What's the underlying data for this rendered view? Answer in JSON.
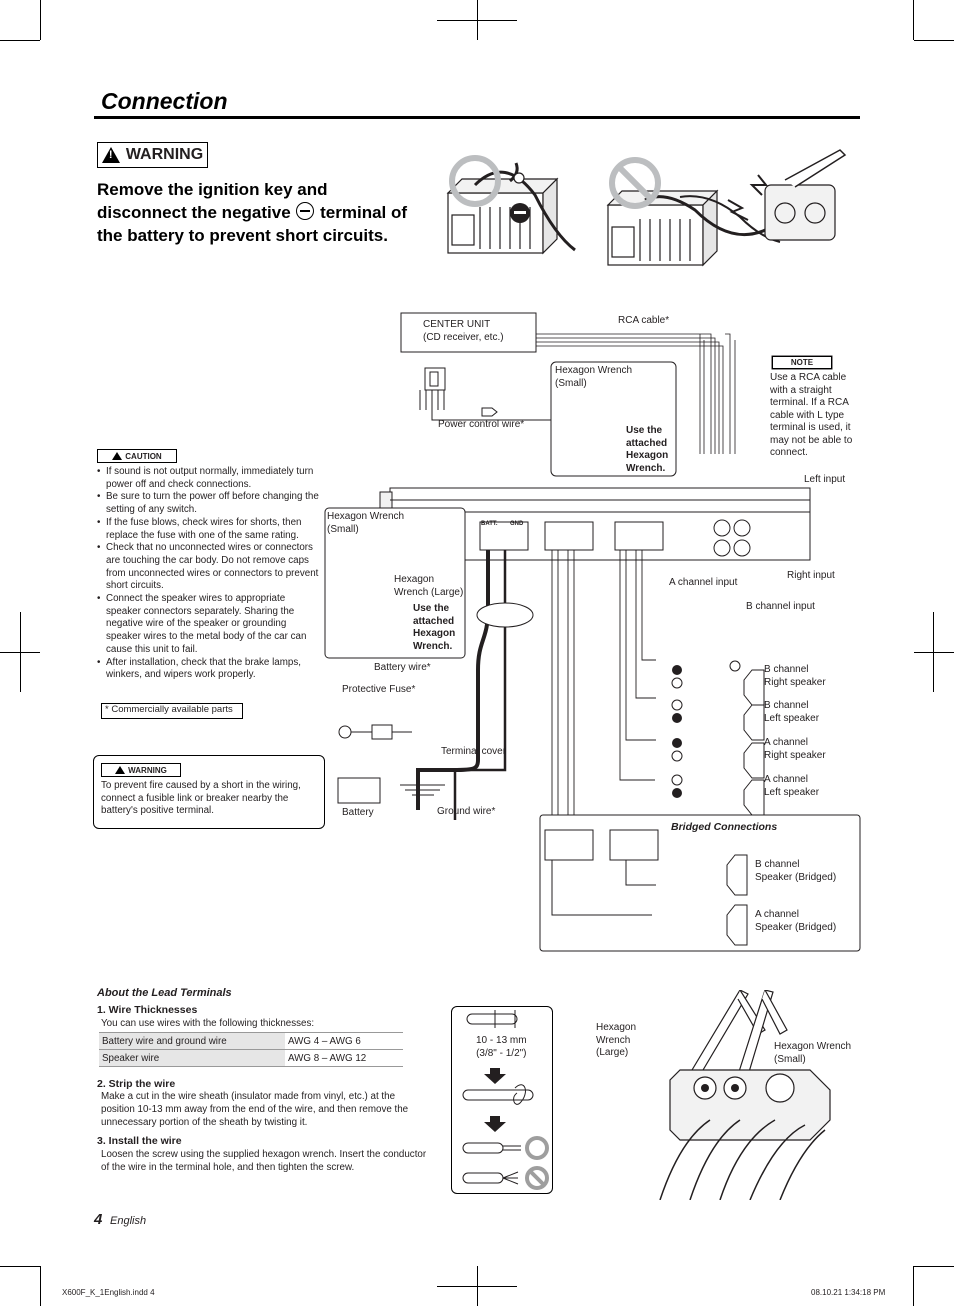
{
  "page": {
    "title": "Connection",
    "page_number": "4",
    "language": "English",
    "footer_file": "X600F_K_1English.indd   4",
    "footer_date": "08.10.21   1:34:18 PM"
  },
  "warning": {
    "label": "WARNING",
    "line1": "Remove the ignition key and",
    "line2a": "disconnect the negative",
    "line2b": "terminal of",
    "line3": "the battery to prevent short circuits."
  },
  "caution": {
    "label": "CAUTION",
    "items": [
      "If sound is not output normally, immediately turn power off and check connections.",
      "Be sure to turn the power off before changing the setting of any switch.",
      "If the fuse blows, check wires for shorts, then replace the fuse with one of the same rating.",
      "Check that no unconnected wires or connectors are touching the car body. Do not remove caps from unconnected wires or connectors to prevent short circuits.",
      "Connect the speaker wires to appropriate speaker connectors separately. Sharing the negative wire of the speaker or grounding speaker wires to the metal body of the car can cause this unit to fail.",
      "After installation, check that the brake lamps, winkers, and wipers work properly."
    ],
    "commercial_note": "* Commercially available parts"
  },
  "warning2": {
    "label": "WARNING",
    "text": "To prevent fire caused by a short in the wiring, connect a fusible link or breaker nearby the battery's positive terminal."
  },
  "diagram": {
    "center_unit_1": "CENTER UNIT",
    "center_unit_2": "(CD receiver, etc.)",
    "rca_cable": "RCA cable*",
    "power_control": "Power control wire*",
    "hex_small_1": "Hexagon Wrench",
    "hex_small_2": "(Small)",
    "use_attached_1": "Use the",
    "use_attached_2": "attached",
    "use_attached_3": "Hexagon",
    "use_attached_4": "Wrench.",
    "hex_small_left_1": "Hexagon Wrench",
    "hex_small_left_2": "(Small)",
    "hex_large_1": "Hexagon",
    "hex_large_2": "Wrench (Large)",
    "note_label": "NOTE",
    "note_text": "Use a RCA cable with a straight terminal. If a RCA cable with L type terminal is used, it may not be able to connect.",
    "left_input": "Left input",
    "right_input": "Right input",
    "a_channel_input": "A channel input",
    "b_channel_input": "B channel input",
    "battery_wire": "Battery wire*",
    "protective_fuse": "Protective Fuse*",
    "terminal_cover": "Terminal cover",
    "battery": "Battery",
    "ground_wire": "Ground wire*",
    "batt_label": "BATT.",
    "gnd_label": "GND",
    "speakers": [
      {
        "l1": "B channel",
        "l2": "Right speaker"
      },
      {
        "l1": "B channel",
        "l2": "Left speaker"
      },
      {
        "l1": "A channel",
        "l2": "Right speaker"
      },
      {
        "l1": "A channel",
        "l2": "Left speaker"
      }
    ],
    "bridged_title": "Bridged Connections",
    "bridged": [
      {
        "l1": "B channel",
        "l2": "Speaker (Bridged)"
      },
      {
        "l1": "A channel",
        "l2": "Speaker (Bridged)"
      }
    ]
  },
  "lead": {
    "title": "About the Lead Terminals",
    "s1_title": "1. Wire Thicknesses",
    "s1_text": "You can use wires with the following thicknesses:",
    "rows": [
      {
        "name": "Battery wire and ground wire",
        "value": "AWG 4 – AWG 6"
      },
      {
        "name": "Speaker wire",
        "value": "AWG 8 – AWG 12"
      }
    ],
    "s2_title": "2. Strip the wire",
    "s2_text": "Make a cut in the wire sheath (insulator made from vinyl, etc.) at the position 10-13 mm away from the end of the wire, and then remove the unnecessary portion of the sheath by twisting it.",
    "s3_title": "3. Install the wire",
    "s3_text": "Loosen the screw using the supplied hexagon wrench. Insert the conductor of the wire in the terminal hole, and then tighten the screw.",
    "strip_len_1": "10 - 13 mm",
    "strip_len_2": "(3/8\" - 1/2\")",
    "hex_large_1": "Hexagon",
    "hex_large_2": "Wrench",
    "hex_large_3": "(Large)",
    "hex_small_1": "Hexagon Wrench",
    "hex_small_2": "(Small)"
  }
}
